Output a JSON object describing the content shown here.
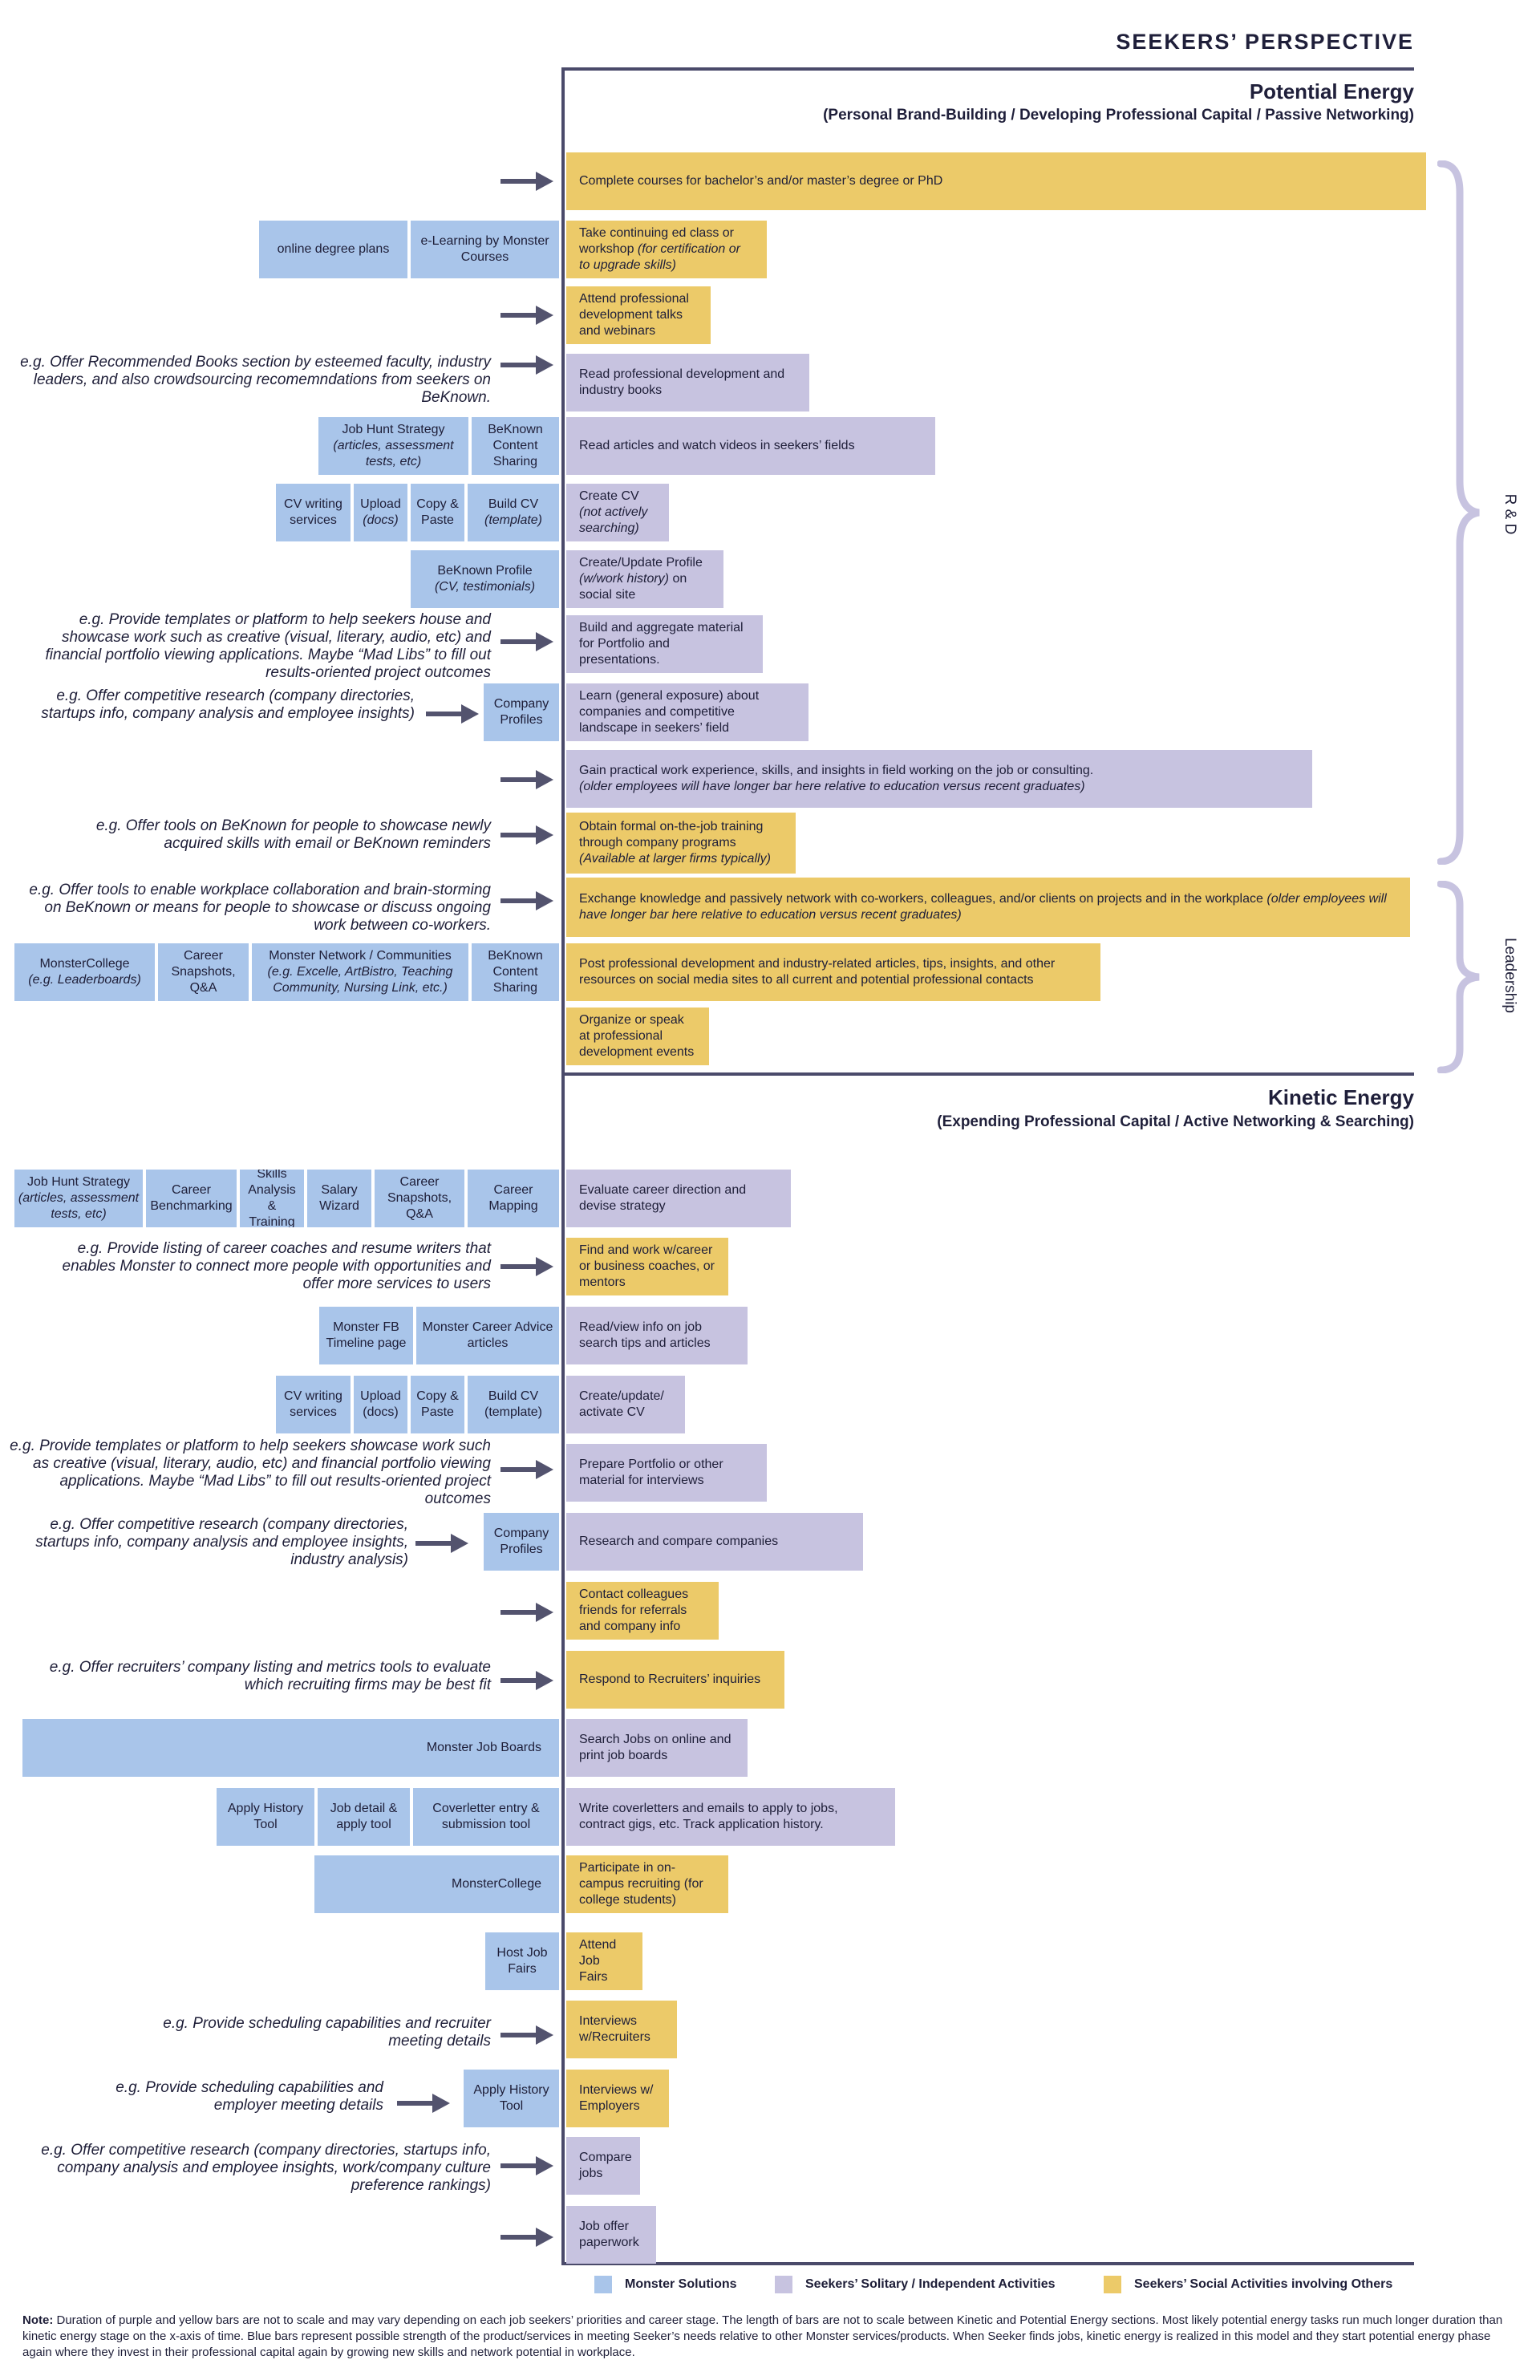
{
  "header": {
    "title": "SEEKERS’ PERSPECTIVE"
  },
  "potential": {
    "title": "Potential Energy",
    "subtitle": "(Personal Brand-Building / Developing Professional Capital / Passive Networking)"
  },
  "kinetic": {
    "title": "Kinetic Energy",
    "subtitle": "(Expending Professional Capital / Active Networking & Searching)"
  },
  "braces": {
    "rnd": "R & D",
    "leadership": "Leadership"
  },
  "colors": {
    "monster": "#a9c5ea",
    "solitary": "#c7c3e0",
    "social": "#ecca69",
    "axis": "#4a4a6a"
  },
  "potential_rows": [
    {
      "bar": "Complete courses for bachelor’s and/or master’s degree or PhD"
    },
    {
      "bar": "Take continuing ed class or workshop (for certification or to upgrade skills)",
      "boxes": [
        "online degree plans",
        "e-Learning by Monster Courses"
      ]
    },
    {
      "bar": "Attend professional development talks and webinars"
    },
    {
      "bar": "Read professional development and industry books",
      "note": "e.g. Offer Recommended Books section by esteemed faculty, industry leaders, and also crowdsourcing recomemndations from seekers on BeKnown."
    },
    {
      "bar": "Read articles and watch videos in seekers’ fields",
      "boxes": [
        "Job Hunt Strategy (articles, assessment tests, etc)",
        "BeKnown Content Sharing"
      ]
    },
    {
      "bar": "Create CV (not actively searching)",
      "boxes": [
        "CV writing services",
        "Upload (docs)",
        "Copy & Paste",
        "Build CV (template)"
      ]
    },
    {
      "bar": "Create/Update Profile (w/work history) on social site",
      "boxes": [
        "BeKnown Profile (CV, testimonials)"
      ]
    },
    {
      "bar": "Build and aggregate material for Portfolio and presentations.",
      "note": "e.g. Provide templates or platform to help seekers house and showcase work such as creative (visual, literary, audio, etc) and financial portfolio viewing applications. Maybe “Mad Libs” to fill out results-oriented  project outcomes"
    },
    {
      "bar": "Learn (general exposure) about companies and competitive landscape in seekers’ field",
      "note": "e.g. Offer competitive research (company directories, startups info, company analysis and employee insights)",
      "boxes": [
        "Company Profiles"
      ]
    },
    {
      "bar": "Gain practical work experience, skills, and insights in field working on the job or consulting.",
      "bar_note": "(older employees will have longer bar here relative to education versus recent graduates)"
    },
    {
      "bar": "Obtain formal on-the-job training through company programs",
      "bar_note": "(Available at larger firms typically)",
      "note": "e.g. Offer tools on BeKnown for people to showcase newly acquired skills with email or BeKnown reminders"
    },
    {
      "bar": "Exchange knowledge and passively network with co-workers, colleagues, and/or clients on projects and in the workplace",
      "bar_note": "(older employees will have longer bar here relative to education versus recent graduates)",
      "note": "e.g. Offer tools to enable workplace collaboration and brain-storming on BeKnown or means for people to showcase or discuss ongoing work between co-workers."
    },
    {
      "bar": "Post professional development and industry-related articles, tips, insights, and other resources on social media sites to all current and potential professional contacts",
      "boxes": [
        "MonsterCollege (e.g. Leaderboards)",
        "Career Snapshots, Q&A",
        "Monster Network / Communities (e.g. Excelle, ArtBistro, Teaching Community, Nursing Link, etc.)",
        "BeKnown Content Sharing"
      ]
    },
    {
      "bar": "Organize or speak at professional development events"
    }
  ],
  "kinetic_rows": [
    {
      "bar": "Evaluate career direction and devise strategy",
      "boxes": [
        "Job Hunt Strategy (articles, assessment tests, etc)",
        "Career Benchmarking",
        "Skills Analysis & Training",
        "Salary Wizard",
        "Career Snapshots, Q&A",
        "Career Mapping"
      ]
    },
    {
      "bar": "Find and work w/career or business coaches, or mentors",
      "note": "e.g. Provide listing of career coaches and resume writers that enables Monster to connect more people with opportunities and offer more services to users"
    },
    {
      "bar": "Read/view info on job search tips and articles",
      "boxes": [
        "Monster FB Timeline page",
        "Monster Career Advice articles"
      ]
    },
    {
      "bar": "Create/update/ activate CV",
      "boxes": [
        "CV writing services",
        "Upload (docs)",
        "Copy & Paste",
        "Build CV (template)"
      ]
    },
    {
      "bar": "Prepare Portfolio or other material for interviews",
      "note": "e.g. Provide templates or platform to help seekers showcase work such as creative (visual, literary, audio, etc) and financial portfolio viewing applications. Maybe “Mad Libs” to fill out results-oriented  project outcomes"
    },
    {
      "bar": "Research and compare companies",
      "note": "e.g. Offer competitive research (company directories, startups info, company analysis and employee insights, industry analysis)",
      "boxes": [
        "Company Profiles"
      ]
    },
    {
      "bar": "Contact colleagues friends for referrals and company info"
    },
    {
      "bar": "Respond to Recruiters’ inquiries",
      "note": "e.g. Offer recruiters’ company listing and  metrics tools to evaluate which recruiting firms may be best fit"
    },
    {
      "bar": "Search Jobs on online and print job boards",
      "boxes": [
        "Monster Job Boards"
      ]
    },
    {
      "bar": "Write coverletters and emails to apply to jobs, contract gigs, etc. Track application history.",
      "boxes": [
        "Apply History Tool",
        "Job detail & apply tool",
        "Coverletter entry & submission tool"
      ]
    },
    {
      "bar": "Participate in on-campus recruiting (for college students)",
      "boxes": [
        "MonsterCollege"
      ]
    },
    {
      "bar": "Attend Job Fairs",
      "boxes": [
        "Host Job Fairs"
      ]
    },
    {
      "bar": "Interviews w/Recruiters",
      "note": "e.g. Provide scheduling capabilities and recruiter meeting details"
    },
    {
      "bar": "Interviews w/ Employers",
      "note": "e.g. Provide scheduling capabilities and employer meeting details",
      "boxes": [
        "Apply History Tool"
      ]
    },
    {
      "bar": "Compare jobs",
      "note": "e.g. Offer competitive research (company directories, startups info, company analysis and employee insights, work/company culture preference rankings)"
    },
    {
      "bar": "Job offer paperwork"
    }
  ],
  "legend": [
    {
      "label": "Monster Solutions",
      "color": "#a9c5ea"
    },
    {
      "label": "Seekers’ Solitary / Independent Activities",
      "color": "#c7c3e0"
    },
    {
      "label": "Seekers’ Social Activities involving Others",
      "color": "#ecca69"
    }
  ],
  "footnote": {
    "label": "Note:",
    "text": "Duration of purple and yellow bars are not to scale and may vary depending on each job seekers’ priorities and career stage. The length of bars are not to scale between Kinetic and Potential Energy sections. Most likely potential energy tasks run much longer duration than kinetic energy stage on the x-axis of time. Blue bars represent possible strength of the product/services in meeting Seeker’s needs relative to other Monster services/products. When Seeker finds jobs, kinetic energy is realized in this model and they start potential energy phase again where they invest in their professional capital again by growing new skills and network potential in workplace."
  }
}
